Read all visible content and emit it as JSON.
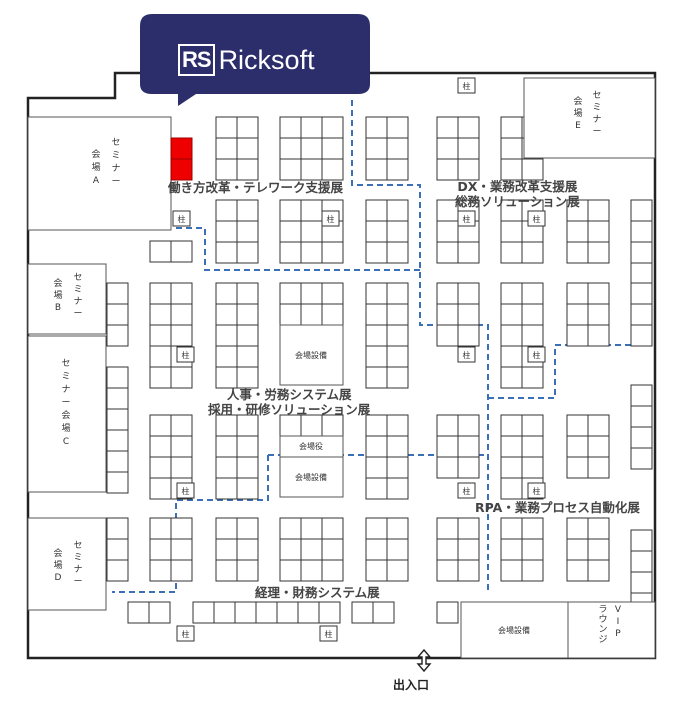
{
  "brand": {
    "badge": "RS",
    "name": "Ricksoft",
    "color": "#2b2e6b"
  },
  "highlight_color": "#ee0000",
  "route_color": "#3b6fb6",
  "zones": {
    "work_style": "働き方改革・テレワーク支援展",
    "dx": [
      "DX・業務改革支援展",
      "総務ソリューション展"
    ],
    "hr": [
      "人事・労務システム展",
      "採用・研修ソリューション展"
    ],
    "rpa": "RPA・業務プロセス自動化展",
    "finance": "経理・財務システム展"
  },
  "seminars": {
    "a": {
      "l1": "セミナー",
      "l2": "会場A"
    },
    "b": {
      "l1": "セミナー",
      "l2": "会場B"
    },
    "c": {
      "l1": "セミナー会場C"
    },
    "d": {
      "l1": "セミナー",
      "l2": "会場D"
    },
    "e": {
      "l1": "セミナー",
      "l2": "会場E"
    }
  },
  "facility": "会場設備",
  "venue_office": "会場役",
  "pillar": "柱",
  "vip": "VIPラウンジ",
  "exit": "出入口"
}
